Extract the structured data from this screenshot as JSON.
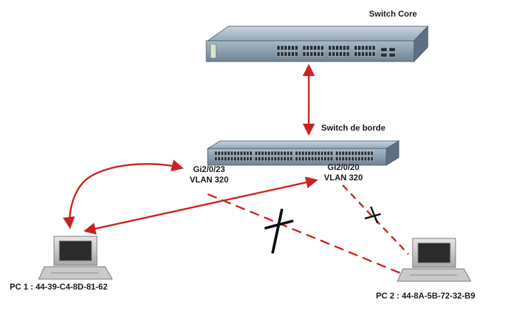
{
  "devices": {
    "core_switch": {
      "label": "Switch Core"
    },
    "edge_switch": {
      "label": "Switch de borde"
    },
    "pc1": {
      "label": "PC 1 : 44-39-C4-8D-81-62"
    },
    "pc2": {
      "label": "PC 2 : 44-8A-5B-72-32-B9"
    }
  },
  "ports": {
    "p23": {
      "name": "Gi2/0/23",
      "vlan": "VLAN 320"
    },
    "p20": {
      "name": "Gi2/0/20",
      "vlan": "VLAN 320"
    }
  },
  "colors": {
    "link": "#cc2222",
    "break_mark": "#111111",
    "switch_body": "#6f8497",
    "switch_front": "#8fa3b5"
  }
}
